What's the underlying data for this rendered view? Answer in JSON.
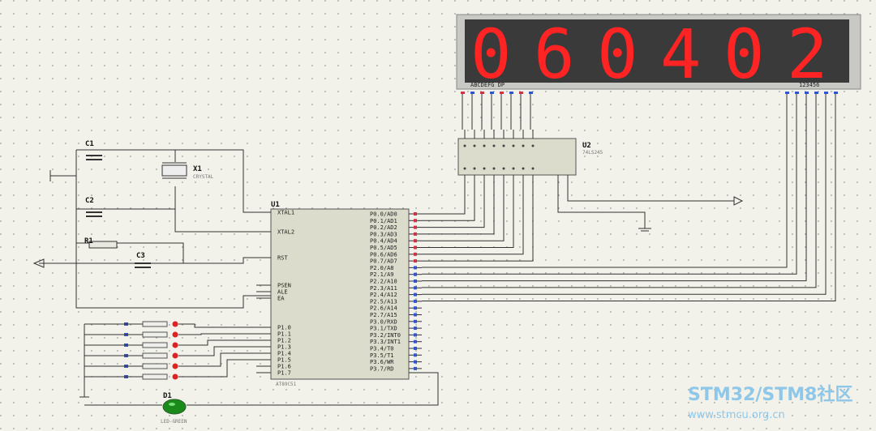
{
  "display": {
    "digits": [
      "0",
      "6",
      "0",
      "4",
      "0",
      "2"
    ],
    "seg_label": "ABCDEFG DP",
    "com_label": "123456",
    "colors": {
      "body": "#3a3a3a",
      "on": "#ff2424",
      "off": "#5a1a1a"
    }
  },
  "mcu": {
    "ref": "U1",
    "left_pins": [
      "XTAL1",
      "XTAL2",
      "RST",
      "PSEN",
      "ALE",
      "EA",
      "P1.0",
      "P1.1",
      "P1.2",
      "P1.3",
      "P1.4",
      "P1.5",
      "P1.6",
      "P1.7"
    ],
    "right_pins": [
      "P0.0/AD0",
      "P0.1/AD1",
      "P0.2/AD2",
      "P0.3/AD3",
      "P0.4/AD4",
      "P0.5/AD5",
      "P0.6/AD6",
      "P0.7/AD7",
      "P2.0/A8",
      "P2.1/A9",
      "P2.2/A10",
      "P2.3/A11",
      "P2.4/A12",
      "P2.5/A13",
      "P2.6/A14",
      "P2.7/A15",
      "P3.0/RXD",
      "P3.1/TXD",
      "P3.2/INT0",
      "P3.3/INT1",
      "P3.4/T0",
      "P3.5/T1",
      "P3.6/WR",
      "P3.7/RD"
    ],
    "part": "AT89C51"
  },
  "driver": {
    "ref": "U2",
    "part": "74LS245"
  },
  "components": {
    "c1": "C1",
    "c2": "C2",
    "c3": "C3",
    "r1": "R1",
    "x1": "X1",
    "d1": "D1",
    "x1_sub": "CRYSTAL",
    "d1_sub": "LED-GREEN"
  },
  "watermark": {
    "line1": "STM32/STM8社区",
    "line2": "www.stmcu.org.cn"
  }
}
